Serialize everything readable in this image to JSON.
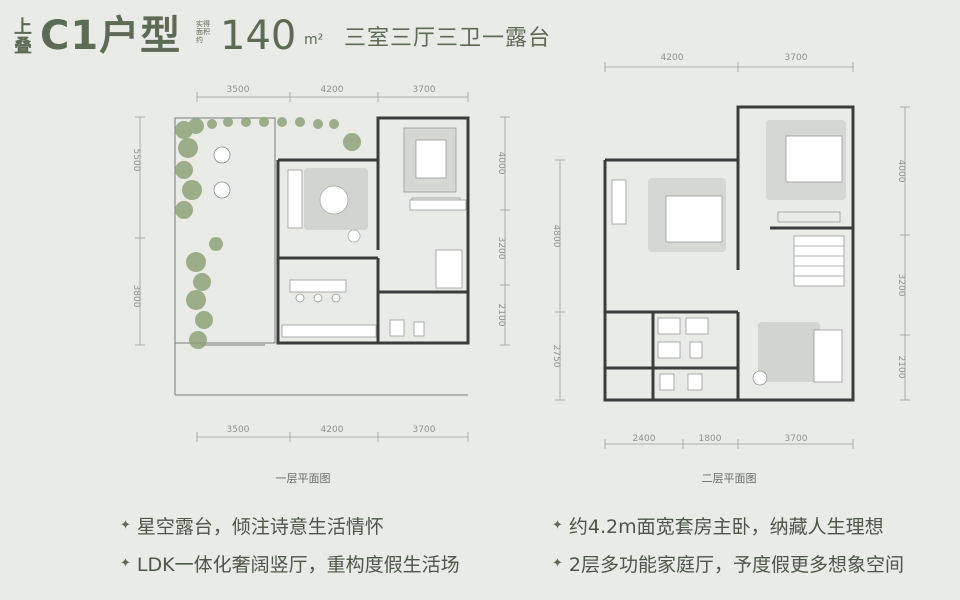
{
  "title": {
    "upper": "上叠",
    "main": "C1户型",
    "area_label": "实得面积约",
    "area_value": "140",
    "area_unit": "m²",
    "layout": "三室三厅三卫一露台"
  },
  "floor1": {
    "caption": "一层平面图",
    "dims_top": [
      "3500",
      "4200",
      "3700"
    ],
    "dims_bottom": [
      "3500",
      "4200",
      "3700"
    ],
    "dims_left": [
      "5500",
      "3800"
    ],
    "dims_right": [
      "4000",
      "3200",
      "2100"
    ]
  },
  "floor2": {
    "caption": "二层平面图",
    "dims_top": [
      "4200",
      "3700"
    ],
    "dims_bottom": [
      "2400",
      "1800",
      "3700"
    ],
    "dims_left": [
      "4800",
      "2750"
    ],
    "dims_right": [
      "4000",
      "3200",
      "2100"
    ]
  },
  "features": [
    "星空露台，倾注诗意生活情怀",
    "约4.2m面宽套房主卧，纳藏人生理想",
    "LDK一体化奢阔竖厅，重构度假生活场",
    "2层多功能家庭厅，予度假更多想象空间"
  ],
  "colors": {
    "background": "#e9ebe6",
    "accent": "#5d6a56",
    "wall": "#3c3c3c",
    "greenery": "#8fa37a"
  }
}
